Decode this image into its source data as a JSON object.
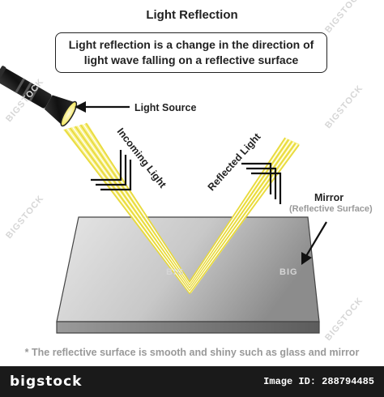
{
  "title": "Light Reflection",
  "definition": "Light reflection is a change in the direction of light wave falling on a reflective surface",
  "labels": {
    "light_source": "Light Source",
    "incoming_light": "Incoming Light",
    "reflected_light": "Reflected Light",
    "mirror": "Mirror",
    "mirror_sub": "(Reflective Surface)"
  },
  "footnote": "* The reflective surface is smooth and shiny such as glass and mirror",
  "watermark": "BIGSTOCK",
  "watermark_short": "BIG",
  "footer": {
    "brand": "bigstock",
    "image_id": "Image ID: 288794485"
  },
  "colors": {
    "beam": "#f6ee7c",
    "beam_edge": "#e8d93a",
    "mirror_light": "#f0f0f0",
    "mirror_dark": "#7a7a7a",
    "flashlight": "#1c1c1c"
  }
}
